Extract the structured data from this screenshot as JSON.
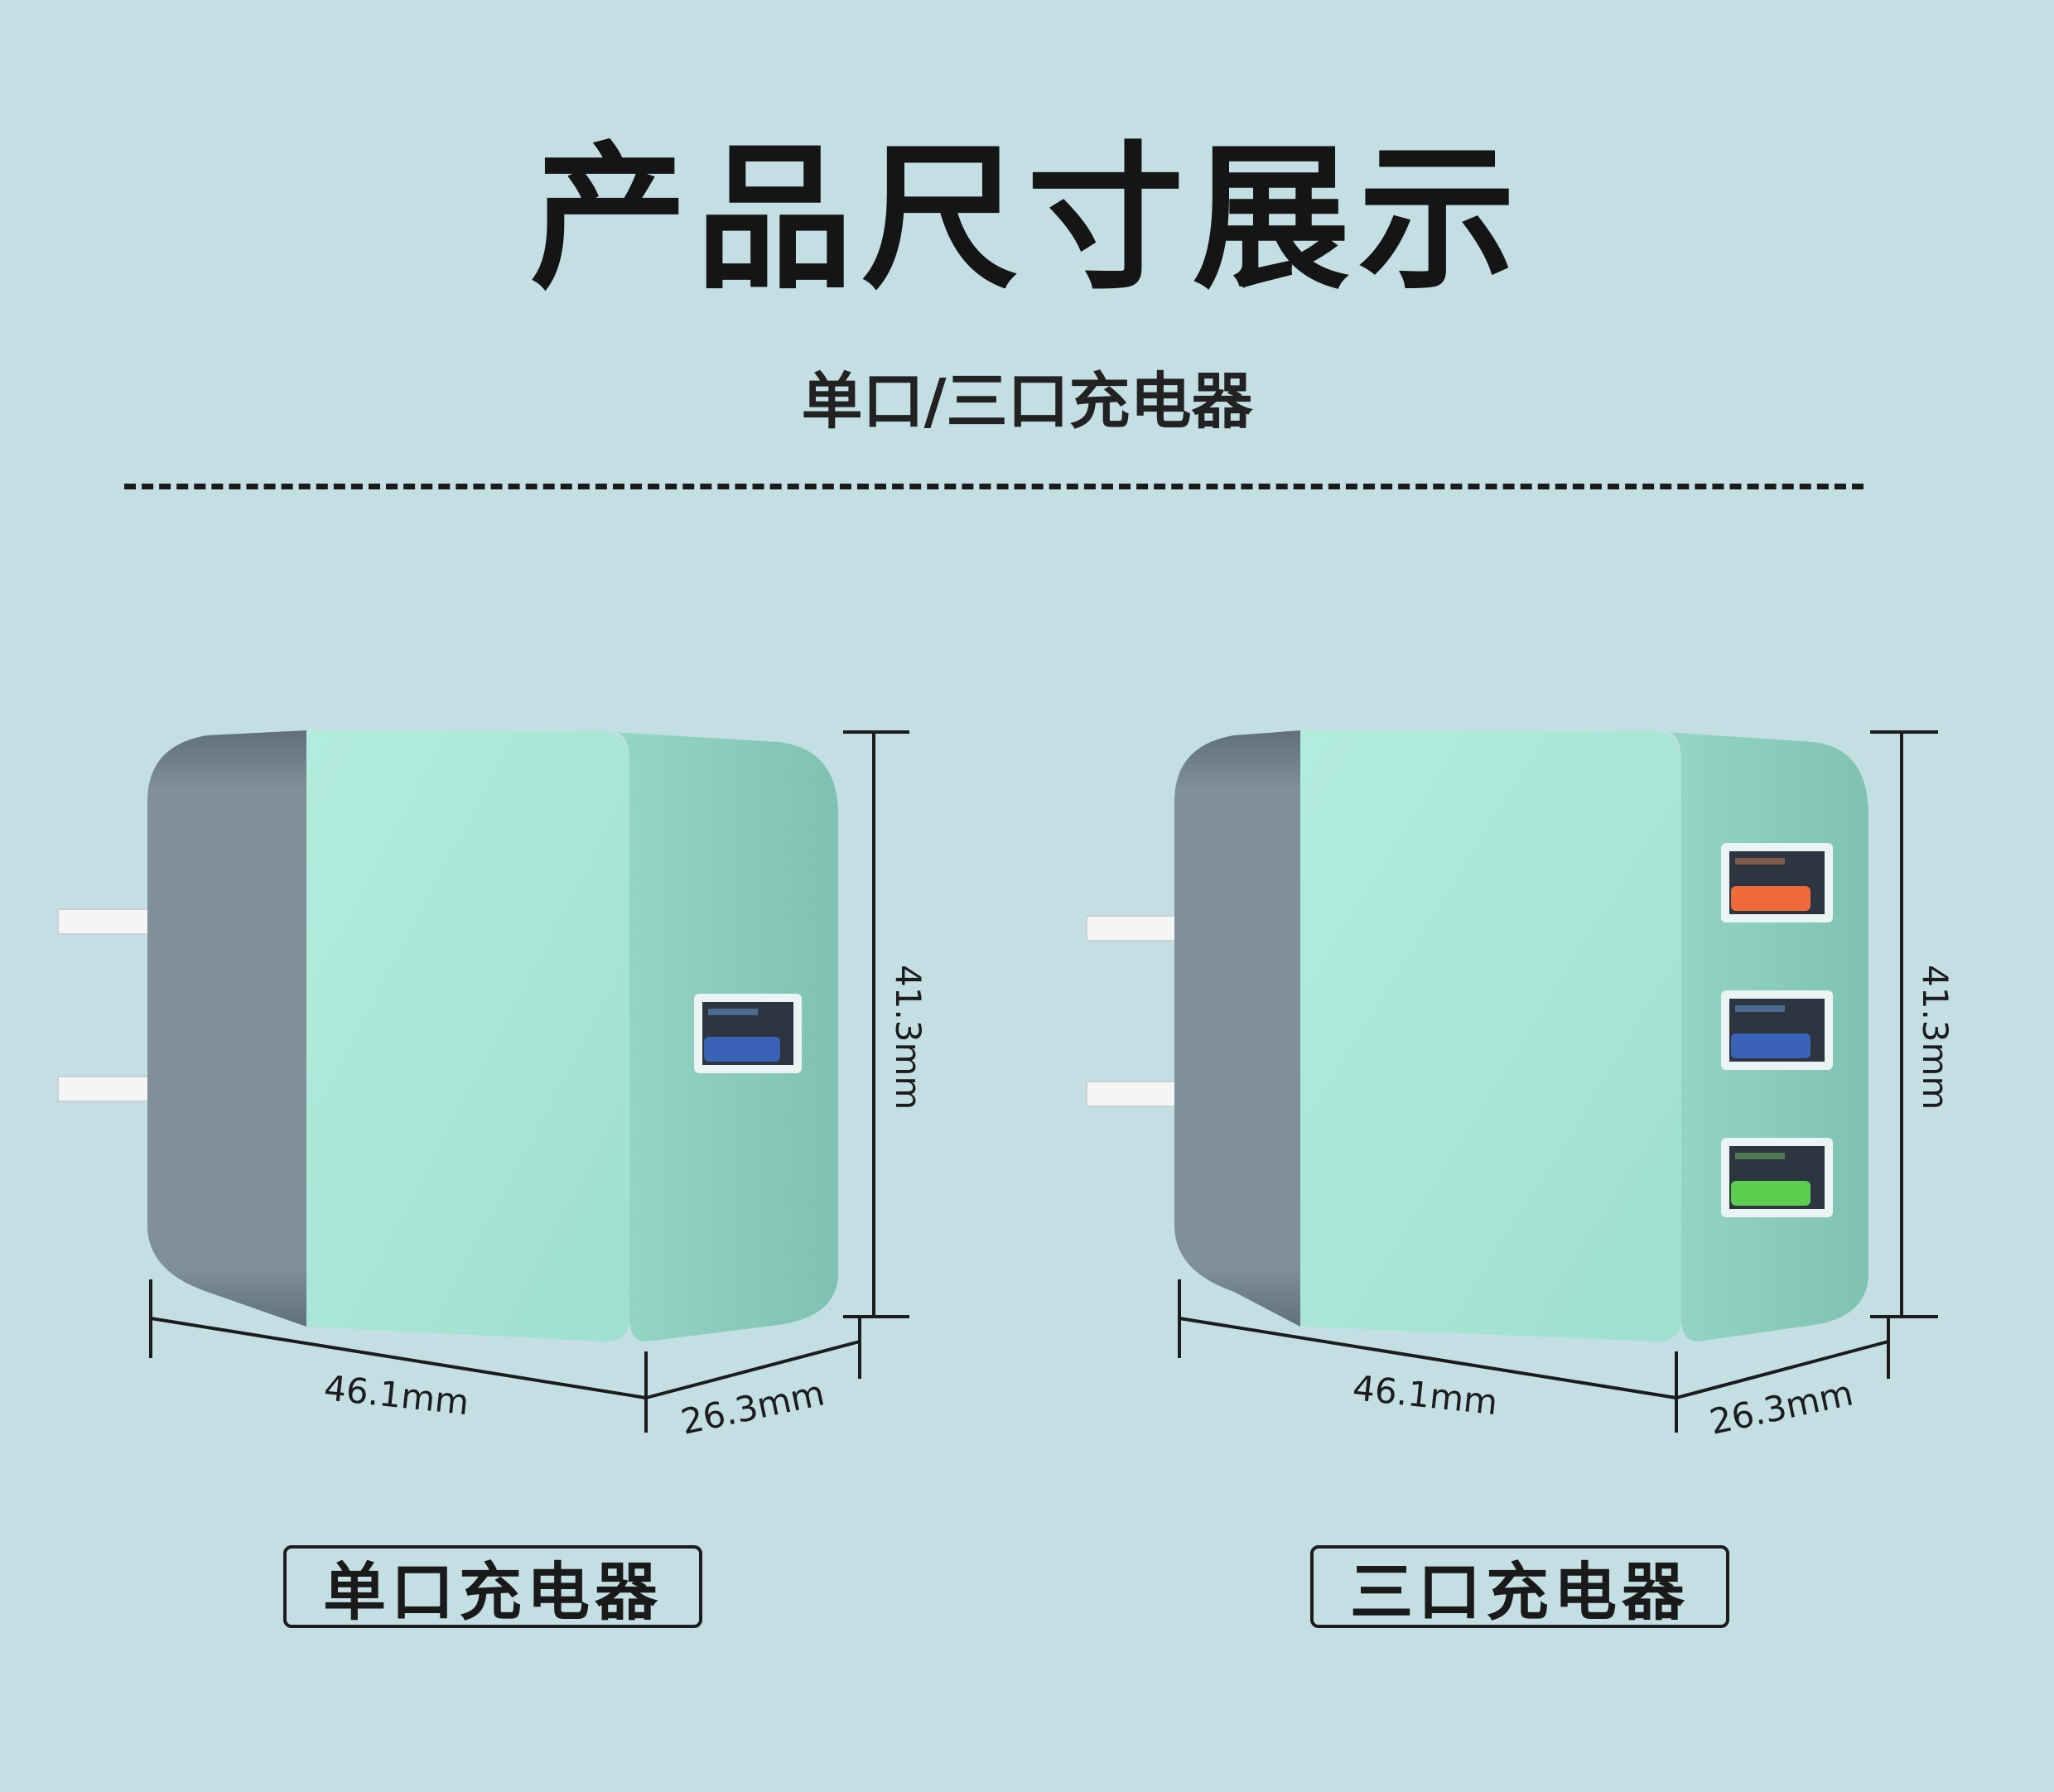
{
  "header": {
    "title": "产品尺寸展示",
    "subtitle": "单口/三口充电器"
  },
  "products": [
    {
      "caption": "单口充电器",
      "height_label": "41.3mm",
      "width_label": "46.1mm",
      "depth_label": "26.3mm",
      "ports": [
        "blue"
      ]
    },
    {
      "caption": "三口充电器",
      "height_label": "41.3mm",
      "width_label": "46.1mm",
      "depth_label": "26.3mm",
      "ports": [
        "orange",
        "blue",
        "green"
      ]
    }
  ],
  "colors": {
    "background": "#c4dfe4",
    "body_front": "#a8e6d6",
    "body_side": "#86c8b8",
    "cap": "#7d8d97",
    "port_orange": "#ee6a3a",
    "port_blue": "#3a63b8",
    "port_green": "#5ccd4f"
  }
}
